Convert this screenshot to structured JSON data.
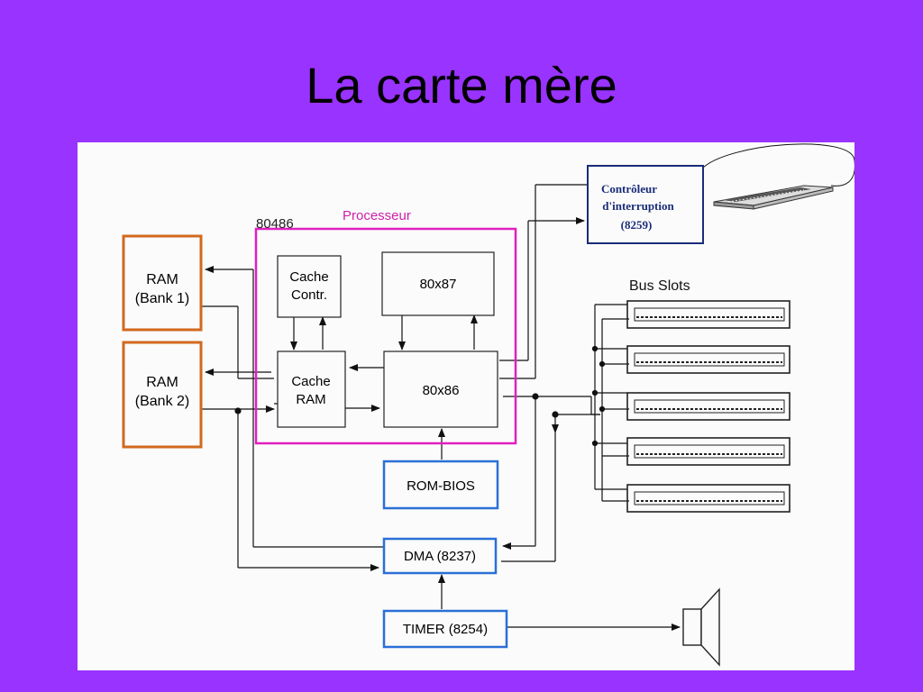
{
  "slide": {
    "title": "La carte mère"
  },
  "diagram": {
    "processor_label": "Processeur",
    "cpu_model": "80486",
    "ram_bank1": [
      "RAM",
      "(Bank  1)"
    ],
    "ram_bank2": [
      "RAM",
      "(Bank  2)"
    ],
    "cache_controller": [
      "Cache",
      "Contr."
    ],
    "cache_ram": [
      "Cache",
      "RAM"
    ],
    "fpu": "80x87",
    "cpu": "80x86",
    "rom_bios": "ROM-BIOS",
    "dma": "DMA  (8237)",
    "timer": "TIMER  (8254)",
    "interrupt_controller": [
      "Contrôleur",
      "d'interruption",
      "(8259)"
    ],
    "bus_slots": "Bus  Slots",
    "colors": {
      "background": "#9933ff",
      "ram_border": "#d2691e",
      "processor_border": "#e020c0",
      "processor_label": "#cc22aa",
      "rom_border": "#2b6fd6",
      "interrupt_border": "#1a2d7a"
    },
    "icons": [
      "keyboard-icon",
      "speaker-icon"
    ]
  }
}
